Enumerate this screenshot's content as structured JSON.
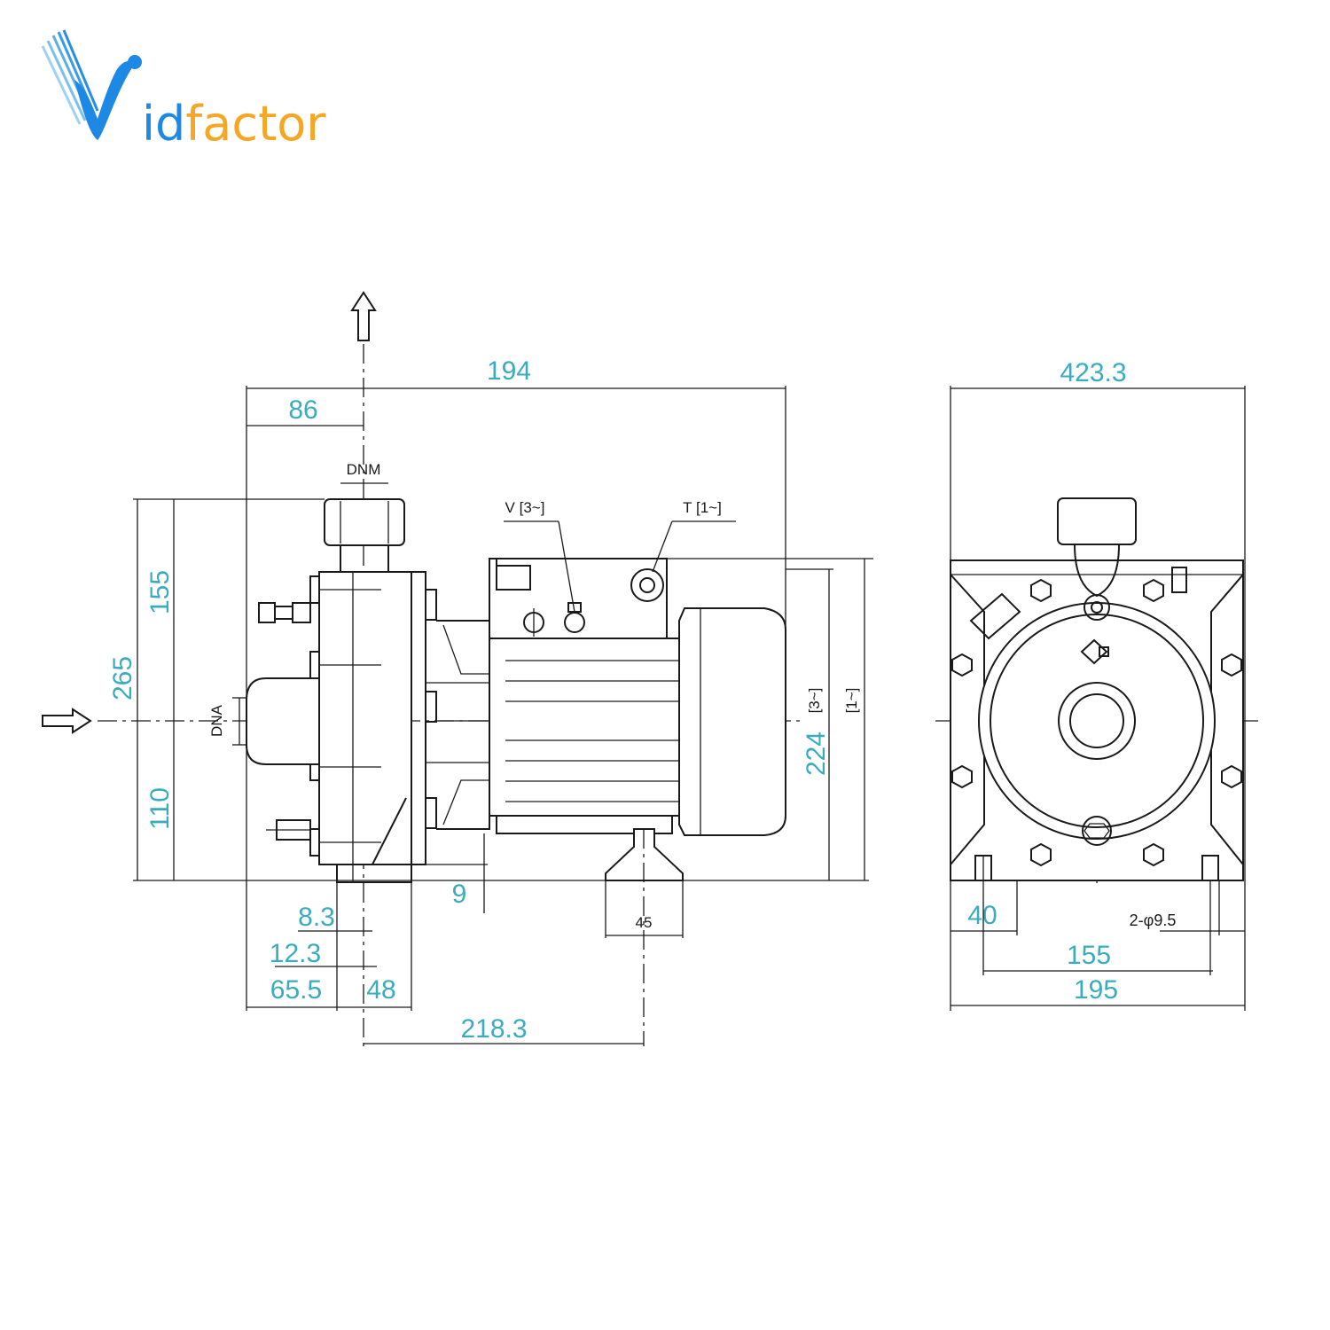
{
  "logo": {
    "text_v": "V",
    "text_rest": "idfactor",
    "colors": {
      "blue": "#1e88e5",
      "orange": "#f5a623"
    }
  },
  "labels": {
    "DNM": "DNM",
    "DNA": "DNA",
    "V3": "V [3~]",
    "T1": "T [1~]",
    "b3": "[3~]",
    "b1": "[1~]",
    "c45": "45",
    "hole": "2-φ9.5"
  },
  "dims": {
    "d194": "194",
    "d86": "86",
    "d155": "155",
    "d265": "265",
    "d110": "110",
    "d224": "224",
    "d9": "9",
    "d83": "8.3",
    "d123": "12.3",
    "d655": "65.5",
    "d48": "48",
    "d2183": "218.3",
    "d4233": "423.3",
    "d40": "40",
    "d155b": "155",
    "d195": "195"
  },
  "colors": {
    "dimension_text": "#3aacbd",
    "line": "#1a1a1a"
  }
}
